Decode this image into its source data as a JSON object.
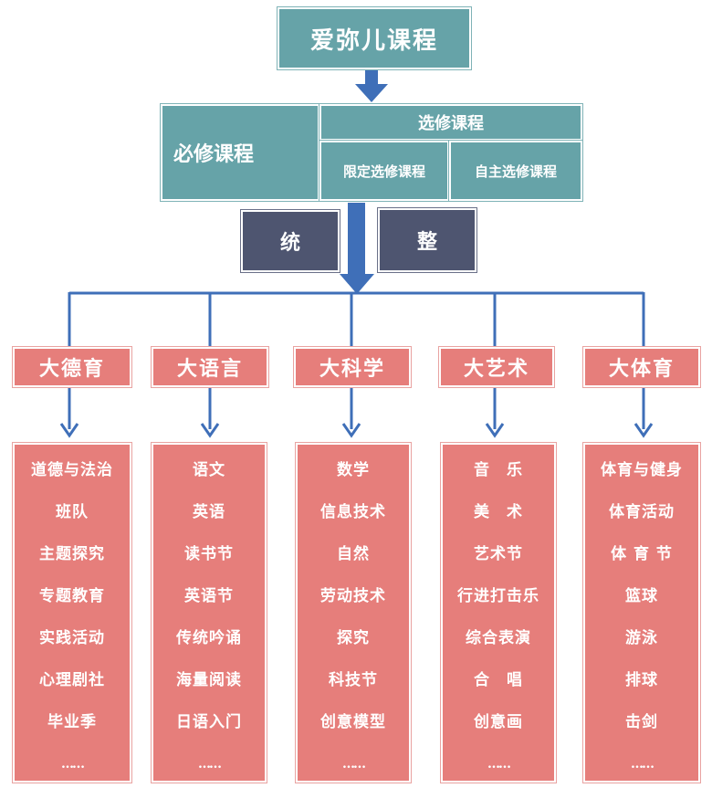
{
  "title": "爱弥儿课程",
  "required": "必修课程",
  "elective": {
    "label": "选修课程",
    "limited": "限定选修课程",
    "free": "自主选修课程"
  },
  "tong": "统",
  "zheng": "整",
  "categories": [
    {
      "name": "大德育",
      "items": [
        "道德与法治",
        "班队",
        "主题探究",
        "专题教育",
        "实践活动",
        "心理剧社",
        "毕业季",
        "……"
      ]
    },
    {
      "name": "大语言",
      "items": [
        "语文",
        "英语",
        "读书节",
        "英语节",
        "传统吟诵",
        "海量阅读",
        "日语入门",
        "……"
      ]
    },
    {
      "name": "大科学",
      "items": [
        "数学",
        "信息技术",
        "自然",
        "劳动技术",
        "探究",
        "科技节",
        "创意模型",
        "……"
      ]
    },
    {
      "name": "大艺术",
      "items": [
        "音　乐",
        "美　术",
        "艺术节",
        "行进打击乐",
        "综合表演",
        "合　唱",
        "创意画",
        "……"
      ]
    },
    {
      "name": "大体育",
      "items": [
        "体育与健身",
        "体育活动",
        "体 育 节",
        "篮球",
        "游泳",
        "排球",
        "击剑",
        "……"
      ]
    }
  ],
  "colors": {
    "teal": "#66a3a8",
    "dark": "#4e5570",
    "pink": "#e67e7b",
    "arrow": "#3f6fb8"
  }
}
